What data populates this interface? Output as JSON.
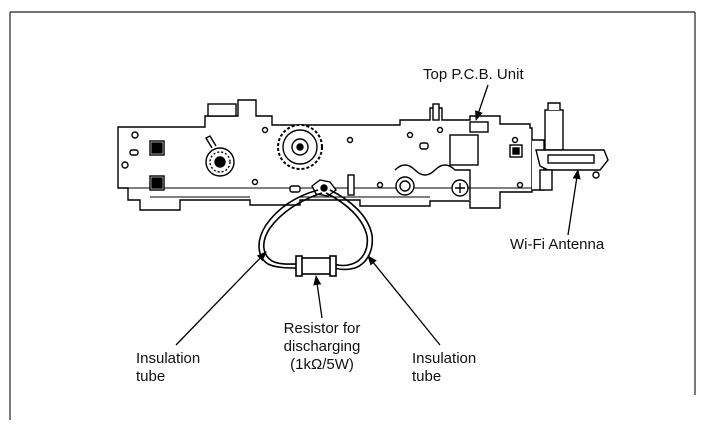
{
  "labels": {
    "top_pcb_unit": "Top P.C.B. Unit",
    "wifi_antenna": "Wi-Fi Antenna",
    "insulation_tube_left": [
      "Insulation",
      "tube"
    ],
    "resistor": [
      "Resistor for",
      "discharging",
      "(1kΩ/5W)"
    ],
    "insulation_tube_right": [
      "Insulation",
      "tube"
    ]
  },
  "colors": {
    "line": "#000000",
    "background": "#ffffff",
    "pcb_fill": "#ffffff",
    "border": "#222222"
  }
}
